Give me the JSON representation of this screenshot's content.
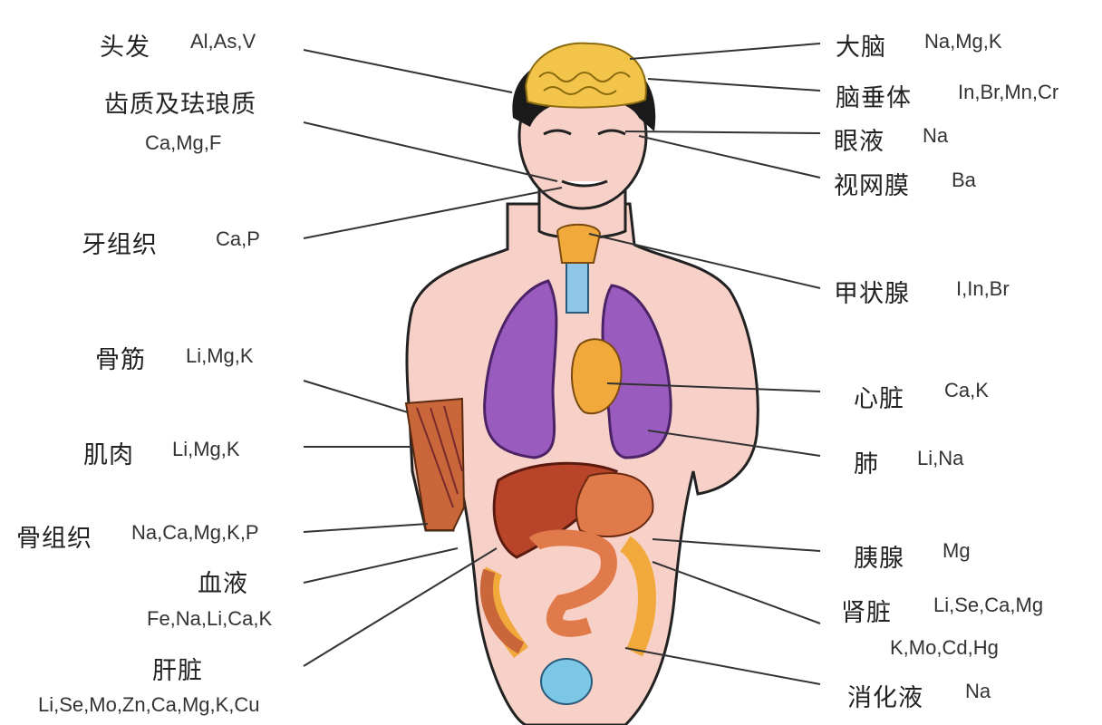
{
  "labels": {
    "hair": {
      "organ": "头发",
      "elements": "Al,As,V"
    },
    "enamel": {
      "organ": "齿质及珐琅质",
      "elements": "Ca,Mg,F"
    },
    "tooth": {
      "organ": "牙组织",
      "elements": "Ca,P"
    },
    "tendon": {
      "organ": "骨筋",
      "elements": "Li,Mg,K"
    },
    "muscle": {
      "organ": "肌肉",
      "elements": "Li,Mg,K"
    },
    "bone": {
      "organ": "骨组织",
      "elements": "Na,Ca,Mg,K,P"
    },
    "blood": {
      "organ": "血液",
      "elements": "Fe,Na,Li,Ca,K"
    },
    "liver": {
      "organ": "肝脏",
      "elements": "Li,Se,Mo,Zn,Ca,Mg,K,Cu"
    },
    "brain": {
      "organ": "大脑",
      "elements": "Na,Mg,K"
    },
    "pituitary": {
      "organ": "脑垂体",
      "elements": "In,Br,Mn,Cr"
    },
    "tears": {
      "organ": "眼液",
      "elements": "Na"
    },
    "retina": {
      "organ": "视网膜",
      "elements": "Ba"
    },
    "thyroid": {
      "organ": "甲状腺",
      "elements": "I,In,Br"
    },
    "heart": {
      "organ": "心脏",
      "elements": "Ca,K"
    },
    "lung": {
      "organ": "肺",
      "elements": "Li,Na"
    },
    "pancreas": {
      "organ": "胰腺",
      "elements": "Mg"
    },
    "kidney": {
      "organ": "肾脏",
      "elements": "Li,Se,Ca,Mg",
      "elements2": "K,Mo,Cd,Hg"
    },
    "digestive": {
      "organ": "消化液",
      "elements": "Na"
    }
  },
  "colors": {
    "skin": "#f7d0c8",
    "hair": "#1a1a1a",
    "brain": "#f2c44a",
    "lung": "#9a5bbf",
    "liver": "#b8452a",
    "muscle": "#c9663a",
    "intestine": "#e07a4a",
    "colon": "#f0a93a",
    "bladder": "#7cc6e6",
    "trachea": "#8fc6e8",
    "line": "#333333"
  }
}
